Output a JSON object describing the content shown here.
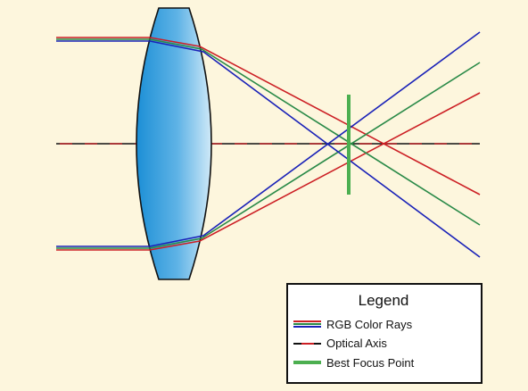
{
  "legend": {
    "title": "Legend",
    "items": [
      {
        "label": "RGB Color Rays"
      },
      {
        "label": "Optical Axis"
      },
      {
        "label": "Best Focus Point"
      }
    ]
  },
  "colors": {
    "background": "#fdf6dd",
    "red_ray": "#cc1f24",
    "green_ray": "#2a8a48",
    "blue_ray": "#1a22b8",
    "optical_axis": "#111111",
    "focus_marker": "#4caf50",
    "lens_dark": "#1c8fd6",
    "lens_light": "#cfe9f8"
  }
}
